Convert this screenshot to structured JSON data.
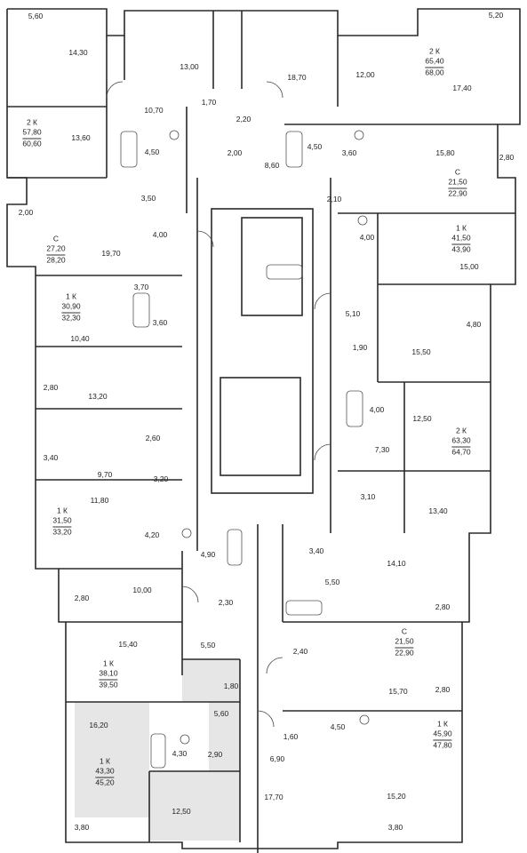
{
  "rooms": [
    "5,60",
    "14,30",
    "13,00",
    "18,70",
    "12,00",
    "5,20",
    "10,70",
    "1,70",
    "2,20",
    "17,40",
    "13,60",
    "4,50",
    "2,00",
    "8,60",
    "4,50",
    "3,60",
    "15,80",
    "2,80",
    "3,50",
    "2,10",
    "2,00",
    "4,00",
    "4,00",
    "19,70",
    "15,00",
    "3,70",
    "5,10",
    "3,60",
    "10,40",
    "1,90",
    "15,50",
    "4,80",
    "2,80",
    "13,20",
    "4,00",
    "12,50",
    "2,60",
    "3,40",
    "9,70",
    "7,30",
    "3,20",
    "11,80",
    "3,10",
    "13,40",
    "4,20",
    "4,90",
    "3,40",
    "14,10",
    "10,00",
    "5,50",
    "2,80",
    "2,30",
    "2,80",
    "15,40",
    "5,50",
    "2,40",
    "1,80",
    "15,70",
    "2,80",
    "5,60",
    "16,20",
    "1,60",
    "4,50",
    "4,30",
    "2,90",
    "6,90",
    "17,70",
    "12,50",
    "15,20",
    "3,80",
    "3,80"
  ],
  "apartments": [
    {
      "type": "2 К",
      "area1": "65,40",
      "area2": "68,00"
    },
    {
      "type": "2 К",
      "area1": "57,80",
      "area2": "60,60"
    },
    {
      "type": "С",
      "area1": "21,50",
      "area2": "22,90"
    },
    {
      "type": "С",
      "area1": "27,20",
      "area2": "28,20"
    },
    {
      "type": "1 К",
      "area1": "41,50",
      "area2": "43,90"
    },
    {
      "type": "1 К",
      "area1": "30,90",
      "area2": "32,30"
    },
    {
      "type": "2 К",
      "area1": "63,30",
      "area2": "64,70"
    },
    {
      "type": "1 К",
      "area1": "31,50",
      "area2": "33,20"
    },
    {
      "type": "С",
      "area1": "21,50",
      "area2": "22,90"
    },
    {
      "type": "1 К",
      "area1": "38,10",
      "area2": "39,50"
    },
    {
      "type": "1 К",
      "area1": "45,90",
      "area2": "47,80"
    },
    {
      "type": "1 К",
      "area1": "43,30",
      "area2": "45,20"
    }
  ],
  "colors": {
    "wall": "#2a2a2a",
    "highlight": "#e6e6e6",
    "fixture": "#555555"
  }
}
